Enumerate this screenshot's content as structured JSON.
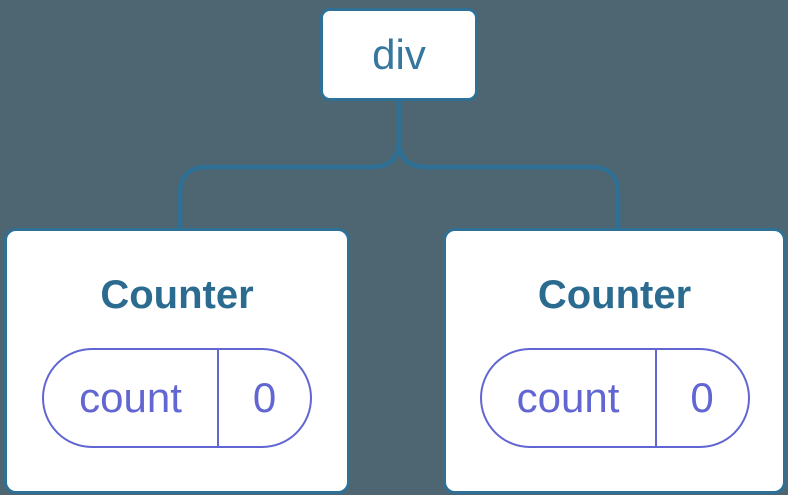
{
  "diagram": {
    "description": "Component tree: a div root element with two Counter children, each holding a count state of 0",
    "root": {
      "label": "div"
    },
    "children": [
      {
        "title": "Counter",
        "state": {
          "label": "count",
          "value": "0"
        }
      },
      {
        "title": "Counter",
        "state": {
          "label": "count",
          "value": "0"
        }
      }
    ]
  },
  "colors": {
    "background": "#4D6671",
    "tree_line_blue": "#2E7096",
    "root_label_blue": "#35779E",
    "counter_title_blue": "#2B6B8F",
    "state_purple": "#6166D2",
    "card_background": "#FFFFFF"
  }
}
